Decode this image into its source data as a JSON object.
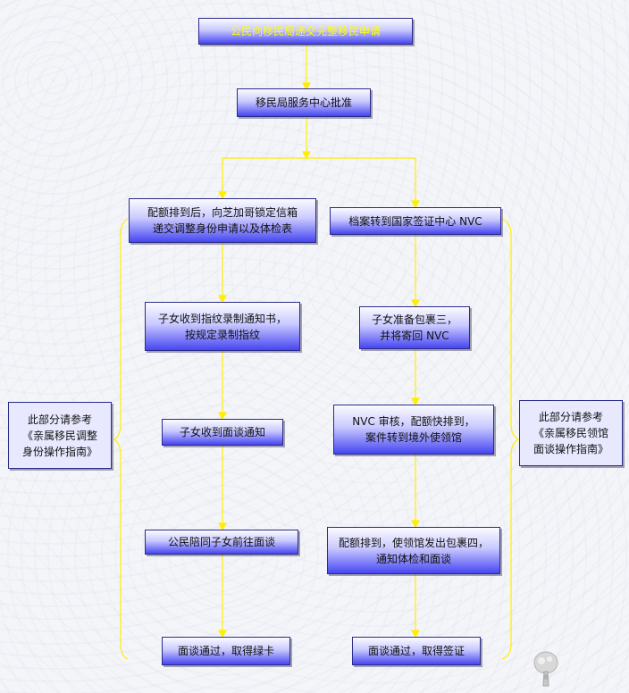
{
  "colors": {
    "connector": "#ffee00",
    "box_gradient_top": "#fbfbff",
    "box_gradient_bottom": "#4646f2",
    "box_border": "#2a2a8a",
    "top_box_text": "#ffff00",
    "note_background": "#e8e8ff"
  },
  "diagram": {
    "start": "公民向移民局递交完整移民申请",
    "approve": "移民局服务中心批准",
    "left": {
      "step1": "配额排到后，向芝加哥锁定信箱\n递交调整身份申请以及体检表",
      "step2": "子女收到指纹录制通知书，\n按规定录制指纹",
      "step3": "子女收到面谈通知",
      "step4": "公民陪同子女前往面谈",
      "end": "面谈通过，取得绿卡"
    },
    "right": {
      "step1": "档案转到国家签证中心 NVC",
      "step2": "子女准备包裹三，\n并将寄回 NVC",
      "step3": "NVC 审核，配额快排到，\n案件转到境外使领馆",
      "step4": "配额排到，使领馆发出包裹四，\n通知体检和面谈",
      "end": "面谈通过，取得签证"
    },
    "left_note": "此部分请参考\n《亲属移民调整\n身份操作指南》",
    "right_note": "此部分请参考\n《亲属移民领馆\n面谈操作指南》"
  }
}
